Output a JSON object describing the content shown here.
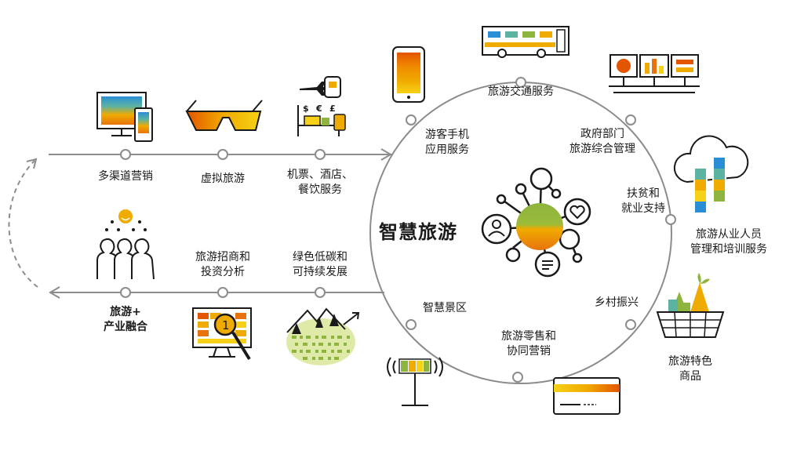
{
  "center": {
    "title": "智慧旅游"
  },
  "top_row": [
    {
      "id": "multichannel",
      "lines": [
        "多渠道营销"
      ]
    },
    {
      "id": "virtual",
      "lines": [
        "虚拟旅游"
      ]
    },
    {
      "id": "booking",
      "lines": [
        "机票、酒店、",
        "餐饮服务"
      ]
    }
  ],
  "bottom_row": [
    {
      "id": "industry",
      "lines": [
        "旅游+",
        "产业融合"
      ]
    },
    {
      "id": "investment",
      "lines": [
        "旅游招商和",
        "投资分析"
      ]
    },
    {
      "id": "green",
      "lines": [
        "绿色低碳和",
        "可持续发展"
      ]
    }
  ],
  "circle_inner": [
    {
      "id": "mobile",
      "lines": [
        "游客手机",
        "应用服务"
      ]
    },
    {
      "id": "transport",
      "lines": [
        "旅游交通服务"
      ]
    },
    {
      "id": "government",
      "lines": [
        "政府部门",
        "旅游综合管理"
      ]
    },
    {
      "id": "poverty",
      "lines": [
        "扶贫和",
        "就业支持"
      ]
    },
    {
      "id": "rural",
      "lines": [
        "乡村振兴"
      ]
    },
    {
      "id": "retail",
      "lines": [
        "旅游零售和",
        "协同营销"
      ]
    },
    {
      "id": "scenic",
      "lines": [
        "智慧景区"
      ]
    }
  ],
  "circle_outer": [
    {
      "id": "training",
      "lines": [
        "旅游从业人员",
        "管理和培训服务"
      ]
    },
    {
      "id": "products",
      "lines": [
        "旅游特色",
        "商品"
      ]
    }
  ],
  "currency_symbols": [
    "$",
    "€",
    "£"
  ],
  "colors": {
    "line": "#8c8c8c",
    "ink": "#1a1a1a",
    "orange": "#f0ab00",
    "dark_orange": "#e8730c",
    "red_orange": "#e35500",
    "green": "#8db43e",
    "blue": "#2a8ed5",
    "teal": "#5cb3a1",
    "yellow": "#f7d117"
  }
}
